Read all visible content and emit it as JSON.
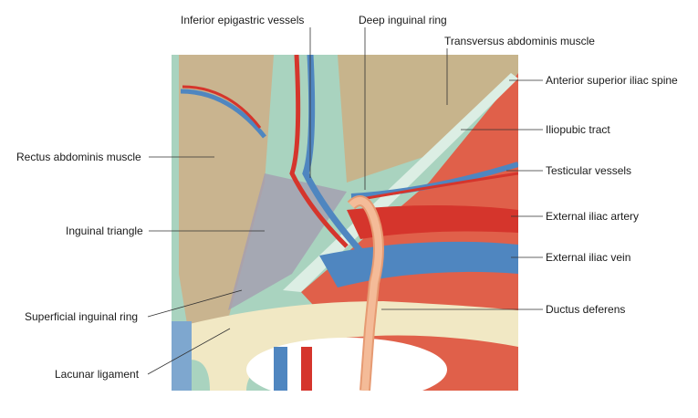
{
  "labels": {
    "inferior_epigastric_vessels": "Inferior epigastric vessels",
    "deep_inguinal_ring": "Deep inguinal ring",
    "transversus_abdominis_muscle": "Transversus abdominis muscle",
    "anterior_superior_iliac_spine": "Anterior superior iliac spine",
    "iliopubic_tract": "Iliopubic tract",
    "testicular_vessels": "Testicular vessels",
    "external_iliac_artery": "External iliac artery",
    "external_iliac_vein": "External iliac vein",
    "ductus_deferens": "Ductus deferens",
    "rectus_abdominis_muscle": "Rectus abdominis muscle",
    "inguinal_triangle": "Inguinal triangle",
    "superficial_inguinal_ring": "Superficial inguinal ring",
    "lacunar_ligament": "Lacunar ligament"
  },
  "colors": {
    "muscle_tan": "#c9b48f",
    "fascia_green": "#a9d3bf",
    "muscle_red": "#e0604a",
    "artery": "#d5352c",
    "vein": "#4f86c0",
    "bone": "#f1e8c4",
    "ductus": "#f0b08a"
  }
}
